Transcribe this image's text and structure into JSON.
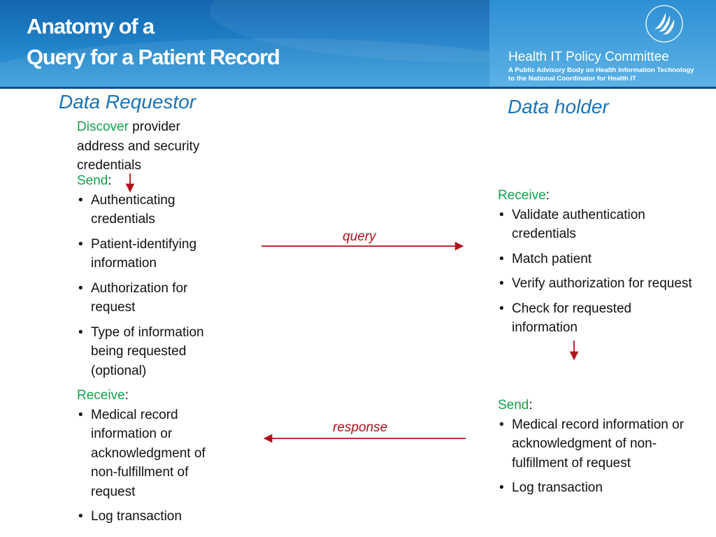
{
  "header": {
    "title_line1": "Anatomy of a",
    "title_line2": "Query for a Patient Record",
    "brand_name": "Health IT Policy Committee",
    "brand_sub1": "A Public Advisory Body on Health Information Technology",
    "brand_sub2": "to the National Coordinator for Health IT",
    "logo_icon": "hhs-eagle-logo"
  },
  "requestor": {
    "heading": "Data Requestor",
    "discover_label": "Discover",
    "discover_text": " provider address and security credentials",
    "send_label": "Send",
    "send_items": [
      "Authenticating credentials",
      "Patient-identifying information",
      "Authorization for request",
      "Type of information being requested (optional)"
    ],
    "receive_label": "Receive",
    "receive_items": [
      "Medical record information or acknowledgment of non-fulfillment of request",
      "Log transaction"
    ]
  },
  "holder": {
    "heading": "Data holder",
    "receive_label": "Receive",
    "receive_items": [
      "Validate authentication credentials",
      "Match patient",
      "Verify authorization for request",
      "Check for requested information"
    ],
    "send_label": "Send",
    "send_items": [
      "Medical record information or acknowledgment of non-fulfillment of request",
      "Log transaction"
    ]
  },
  "arrows": {
    "query_label": "query",
    "response_label": "response",
    "color": "#b0121b"
  },
  "colors": {
    "heading_blue": "#1a73b8",
    "label_green": "#16a04a",
    "header_blue": "#1565ae"
  }
}
